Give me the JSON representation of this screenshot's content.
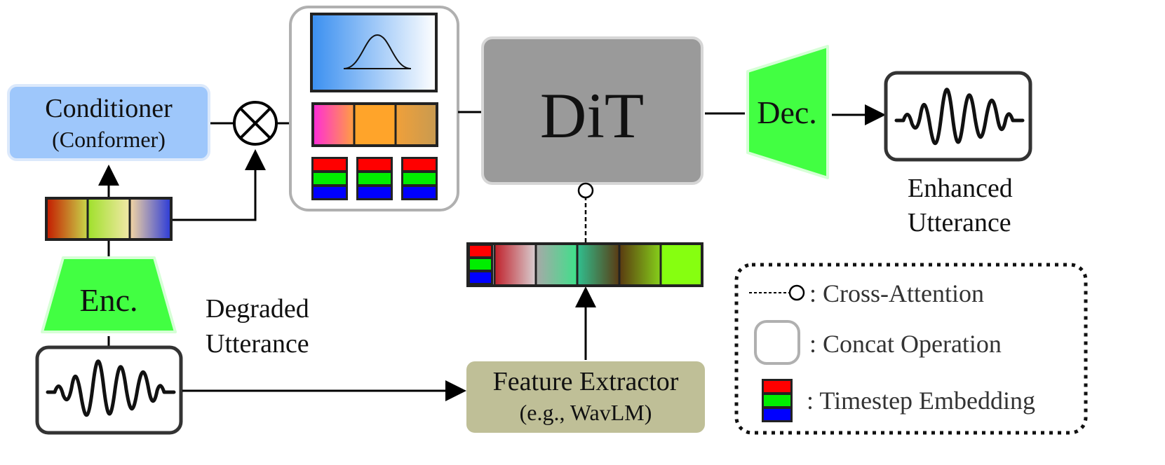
{
  "blocks": {
    "conditioner_title": "Conditioner",
    "conditioner_subtitle": "(Conformer)",
    "encoder": "Enc.",
    "dit": "DiT",
    "decoder": "Dec.",
    "feature_extractor_title": "Feature Extractor",
    "feature_extractor_subtitle": "(e.g., WavLM)"
  },
  "labels": {
    "degraded_line1": "Degraded",
    "degraded_line2": "Utterance",
    "enhanced_line1": "Enhanced",
    "enhanced_line2": "Utterance"
  },
  "legend": {
    "cross_attention": ": Cross-Attention",
    "concat": ": Concat Operation",
    "timestep": ": Timestep Embedding"
  },
  "colors": {
    "conditioner_fill": "#9ec7fb",
    "encoder_decoder_fill": "#42ff42",
    "dit_fill": "#9a9a9a",
    "feature_extractor_fill": "#bfbf97",
    "timestep_red": "#ff0000",
    "timestep_green": "#00ee00",
    "timestep_blue": "#0000ff"
  }
}
